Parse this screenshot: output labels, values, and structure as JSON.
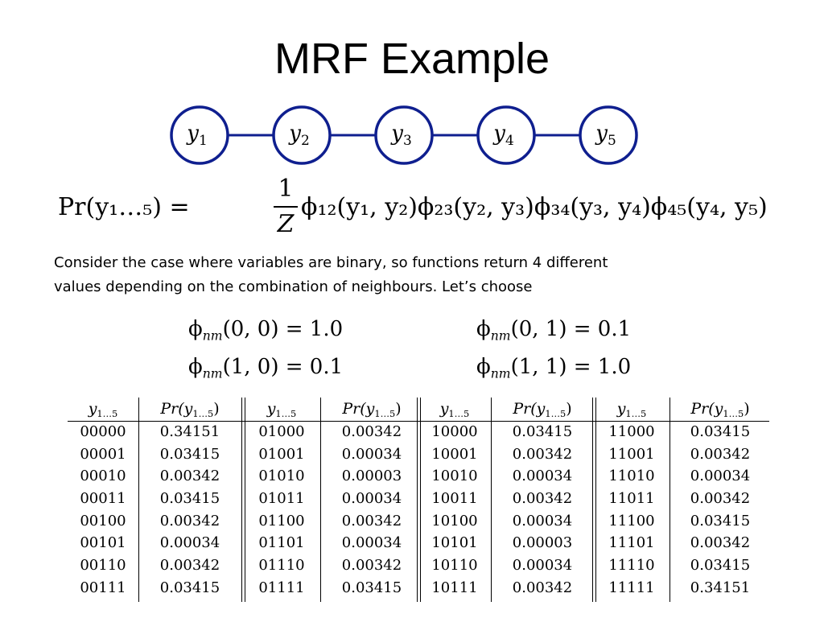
{
  "slide": {
    "title": "MRF Example",
    "paragraph_line1": "Consider the case where variables are binary, so functions return 4 different",
    "paragraph_line2": "values depending on the combination of neighbours.  Let’s choose"
  },
  "graph": {
    "nodes": [
      {
        "var": "y",
        "sub": "1"
      },
      {
        "var": "y",
        "sub": "2"
      },
      {
        "var": "y",
        "sub": "3"
      },
      {
        "var": "y",
        "sub": "4"
      },
      {
        "var": "y",
        "sub": "5"
      }
    ],
    "node_color": "#0f1f8f"
  },
  "formula": {
    "lhs": "Pr(y₁…₅) =",
    "frac_num": "1",
    "frac_den": "Z",
    "rhs": "ϕ₁₂(y₁, y₂)ϕ₂₃(y₂, y₃)ϕ₃₄(y₃, y₄)ϕ₄₅(y₄, y₅)"
  },
  "potentials": [
    {
      "id": "00",
      "func": "ϕ",
      "sub": "nm",
      "args": "(0, 0) = 1.0"
    },
    {
      "id": "01",
      "func": "ϕ",
      "sub": "nm",
      "args": "(0, 1) = 0.1"
    },
    {
      "id": "10",
      "func": "ϕ",
      "sub": "nm",
      "args": "(1, 0) = 0.1"
    },
    {
      "id": "11",
      "func": "ϕ",
      "sub": "nm",
      "args": "(1, 1) = 1.0"
    }
  ],
  "table": {
    "header_y": "y",
    "header_y_sub": "1…5",
    "header_pr": "Pr(y",
    "header_pr_sub": "1…5",
    "header_pr_close": ")",
    "groups": [
      {
        "rows": [
          {
            "config": "00000",
            "prob": "0.34151"
          },
          {
            "config": "00001",
            "prob": "0.03415"
          },
          {
            "config": "00010",
            "prob": "0.00342"
          },
          {
            "config": "00011",
            "prob": "0.03415"
          },
          {
            "config": "00100",
            "prob": "0.00342"
          },
          {
            "config": "00101",
            "prob": "0.00034"
          },
          {
            "config": "00110",
            "prob": "0.00342"
          },
          {
            "config": "00111",
            "prob": "0.03415"
          }
        ]
      },
      {
        "rows": [
          {
            "config": "01000",
            "prob": "0.00342"
          },
          {
            "config": "01001",
            "prob": "0.00034"
          },
          {
            "config": "01010",
            "prob": "0.00003"
          },
          {
            "config": "01011",
            "prob": "0.00034"
          },
          {
            "config": "01100",
            "prob": "0.00342"
          },
          {
            "config": "01101",
            "prob": "0.00034"
          },
          {
            "config": "01110",
            "prob": "0.00342"
          },
          {
            "config": "01111",
            "prob": "0.03415"
          }
        ]
      },
      {
        "rows": [
          {
            "config": "10000",
            "prob": "0.03415"
          },
          {
            "config": "10001",
            "prob": "0.00342"
          },
          {
            "config": "10010",
            "prob": "0.00034"
          },
          {
            "config": "10011",
            "prob": "0.00342"
          },
          {
            "config": "10100",
            "prob": "0.00034"
          },
          {
            "config": "10101",
            "prob": "0.00003"
          },
          {
            "config": "10110",
            "prob": "0.00034"
          },
          {
            "config": "10111",
            "prob": "0.00342"
          }
        ]
      },
      {
        "rows": [
          {
            "config": "11000",
            "prob": "0.03415"
          },
          {
            "config": "11001",
            "prob": "0.00342"
          },
          {
            "config": "11010",
            "prob": "0.00034"
          },
          {
            "config": "11011",
            "prob": "0.00342"
          },
          {
            "config": "11100",
            "prob": "0.03415"
          },
          {
            "config": "11101",
            "prob": "0.00342"
          },
          {
            "config": "11110",
            "prob": "0.03415"
          },
          {
            "config": "11111",
            "prob": "0.34151"
          }
        ]
      }
    ]
  }
}
